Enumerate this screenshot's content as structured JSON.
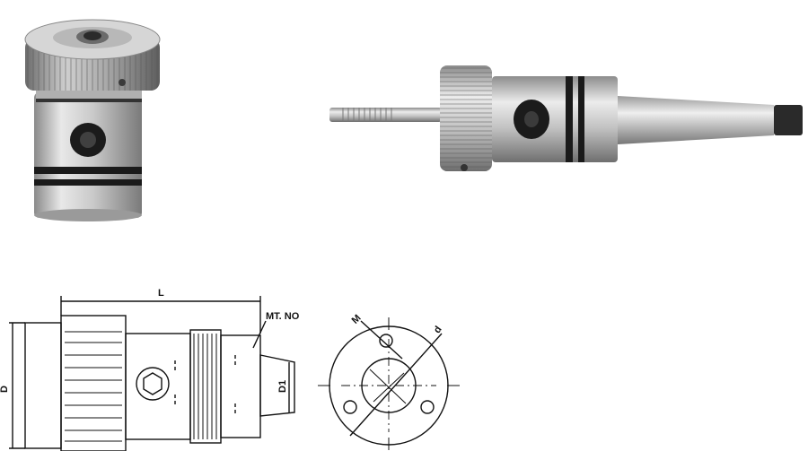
{
  "drawing": {
    "label_L": "L",
    "label_mt_no": "MT. NO",
    "label_D": "D",
    "label_D1": "D1",
    "label_M": "M",
    "label_d": "d"
  },
  "colors": {
    "steel_light": "#e4e4e4",
    "steel_mid": "#b9b9b9",
    "steel_dark": "#7d7d7d",
    "black_ring": "#1a1a1a",
    "line": "#111111"
  }
}
